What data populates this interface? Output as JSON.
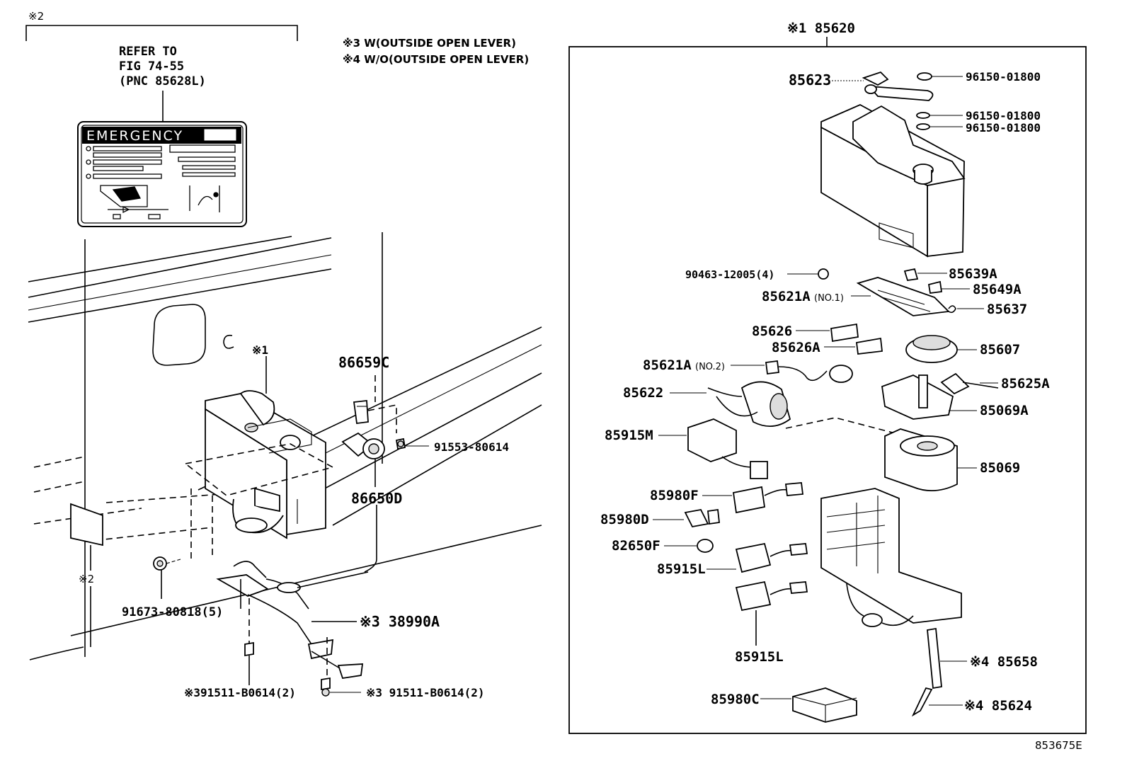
{
  "notes": {
    "mark2_top": "※2",
    "refer": [
      "REFER TO",
      "FIG 74-55",
      "(PNC 85628L)"
    ],
    "emergency": "EMERGENCY",
    "mark1": "※1",
    "mark2_side": "※2",
    "legend": [
      "※3 W(OUTSIDE OPEN LEVER)",
      "※4 W/O(OUTSIDE OPEN LEVER)"
    ],
    "assembly": "※1 85620",
    "figure_id": "853675E"
  },
  "left_labels": {
    "p86659C": "86659C",
    "p91553": "91553-80614",
    "p86650D": "86650D",
    "p91673": "91673-80818(5)",
    "p38990A": "※3 38990A",
    "p91511_left": "※391511-B0614(2)",
    "p91511_right": "※3 91511-B0614(2)"
  },
  "right_labels": {
    "p85623": "85623",
    "p96150_a": "96150-01800",
    "p96150_b": "96150-01800",
    "p96150_c": "96150-01800",
    "p90463": "90463-12005(4)",
    "p85639A": "85639A",
    "p85621A1": "85621A",
    "p85621A1_note": "(NO.1)",
    "p85649A": "85649A",
    "p85637": "85637",
    "p85626": "85626",
    "p85626A": "85626A",
    "p85607": "85607",
    "p85621A2": "85621A",
    "p85621A2_note": "(NO.2)",
    "p85625A": "85625A",
    "p85622": "85622",
    "p85069A": "85069A",
    "p85915M": "85915M",
    "p85069": "85069",
    "p85980F": "85980F",
    "p85980D": "85980D",
    "p82650F": "82650F",
    "p85915L_a": "85915L",
    "p85915L_b": "85915L",
    "p85658": "※4 85658",
    "p85980C": "85980C",
    "p85624": "※4 85624"
  }
}
